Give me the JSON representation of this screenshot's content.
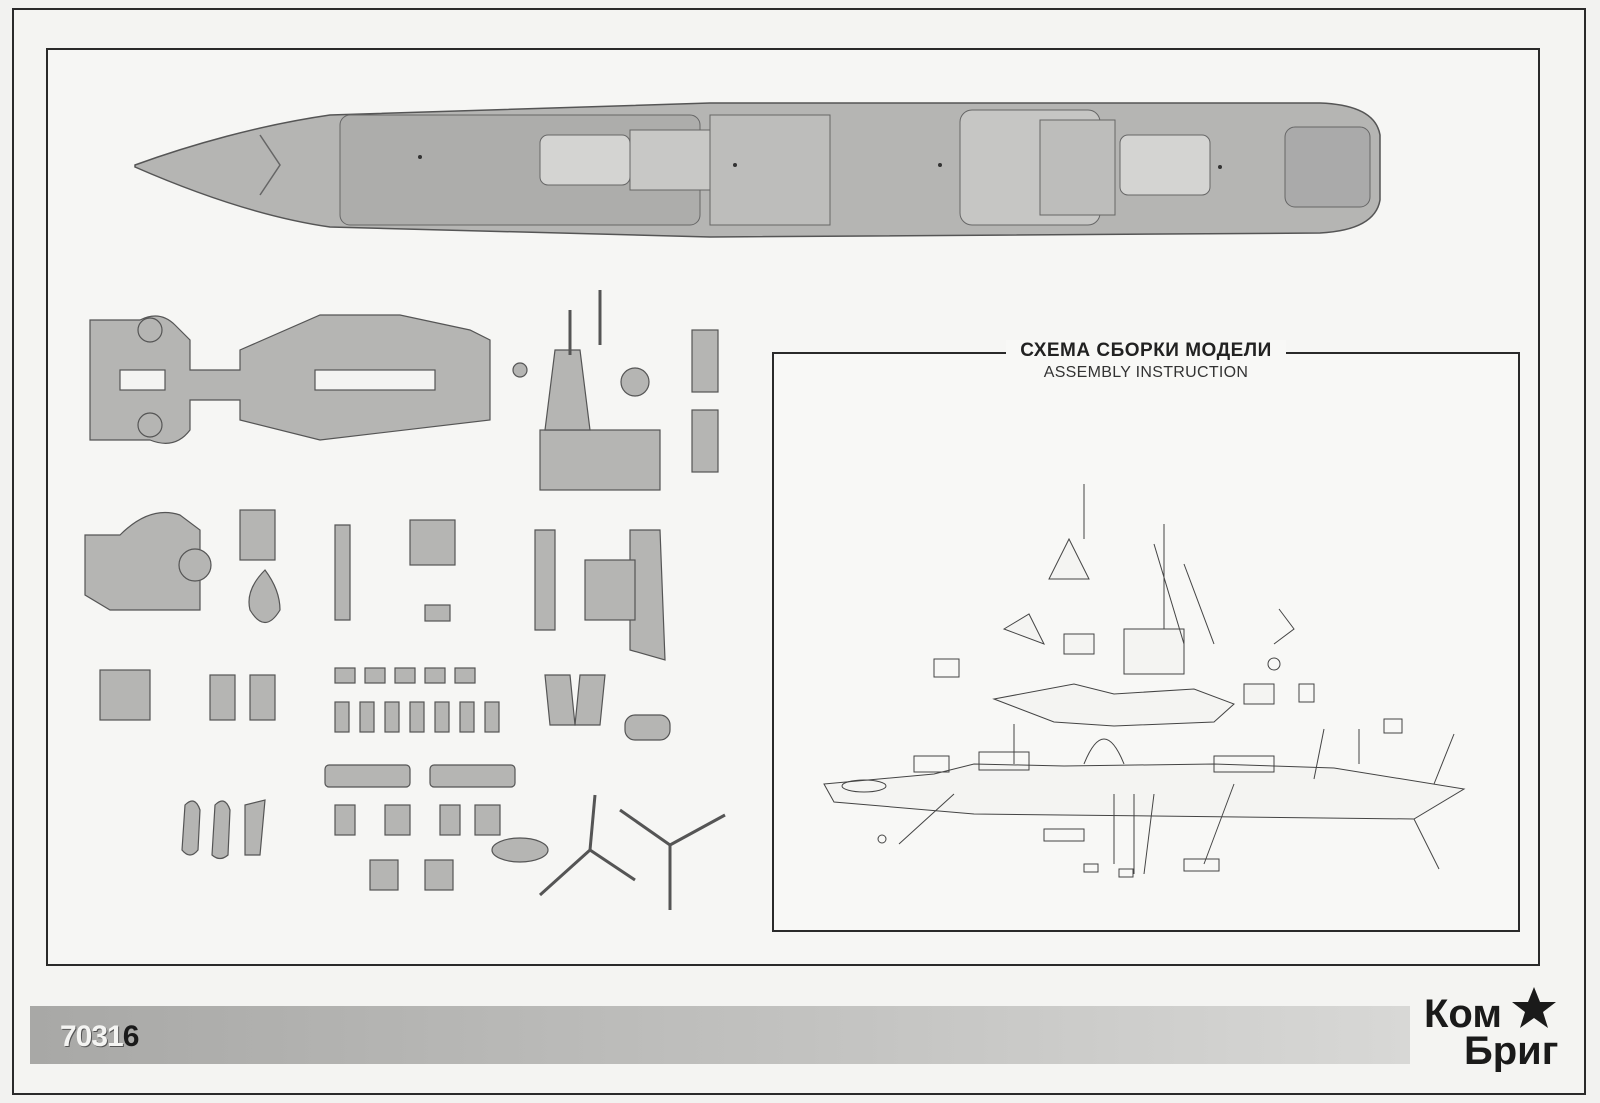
{
  "assembly": {
    "title_ru": "СХЕМА СБОРКИ МОДЕЛИ",
    "title_en": "ASSEMBLY INSTRUCTION"
  },
  "footer": {
    "catalog_prefix": "7031",
    "catalog_suffix": "6"
  },
  "logo": {
    "line1": "Ком",
    "line2": "Бриг"
  },
  "colors": {
    "part_fill": "#b5b5b3",
    "part_stroke": "#555555",
    "frame": "#2a2a2a"
  }
}
